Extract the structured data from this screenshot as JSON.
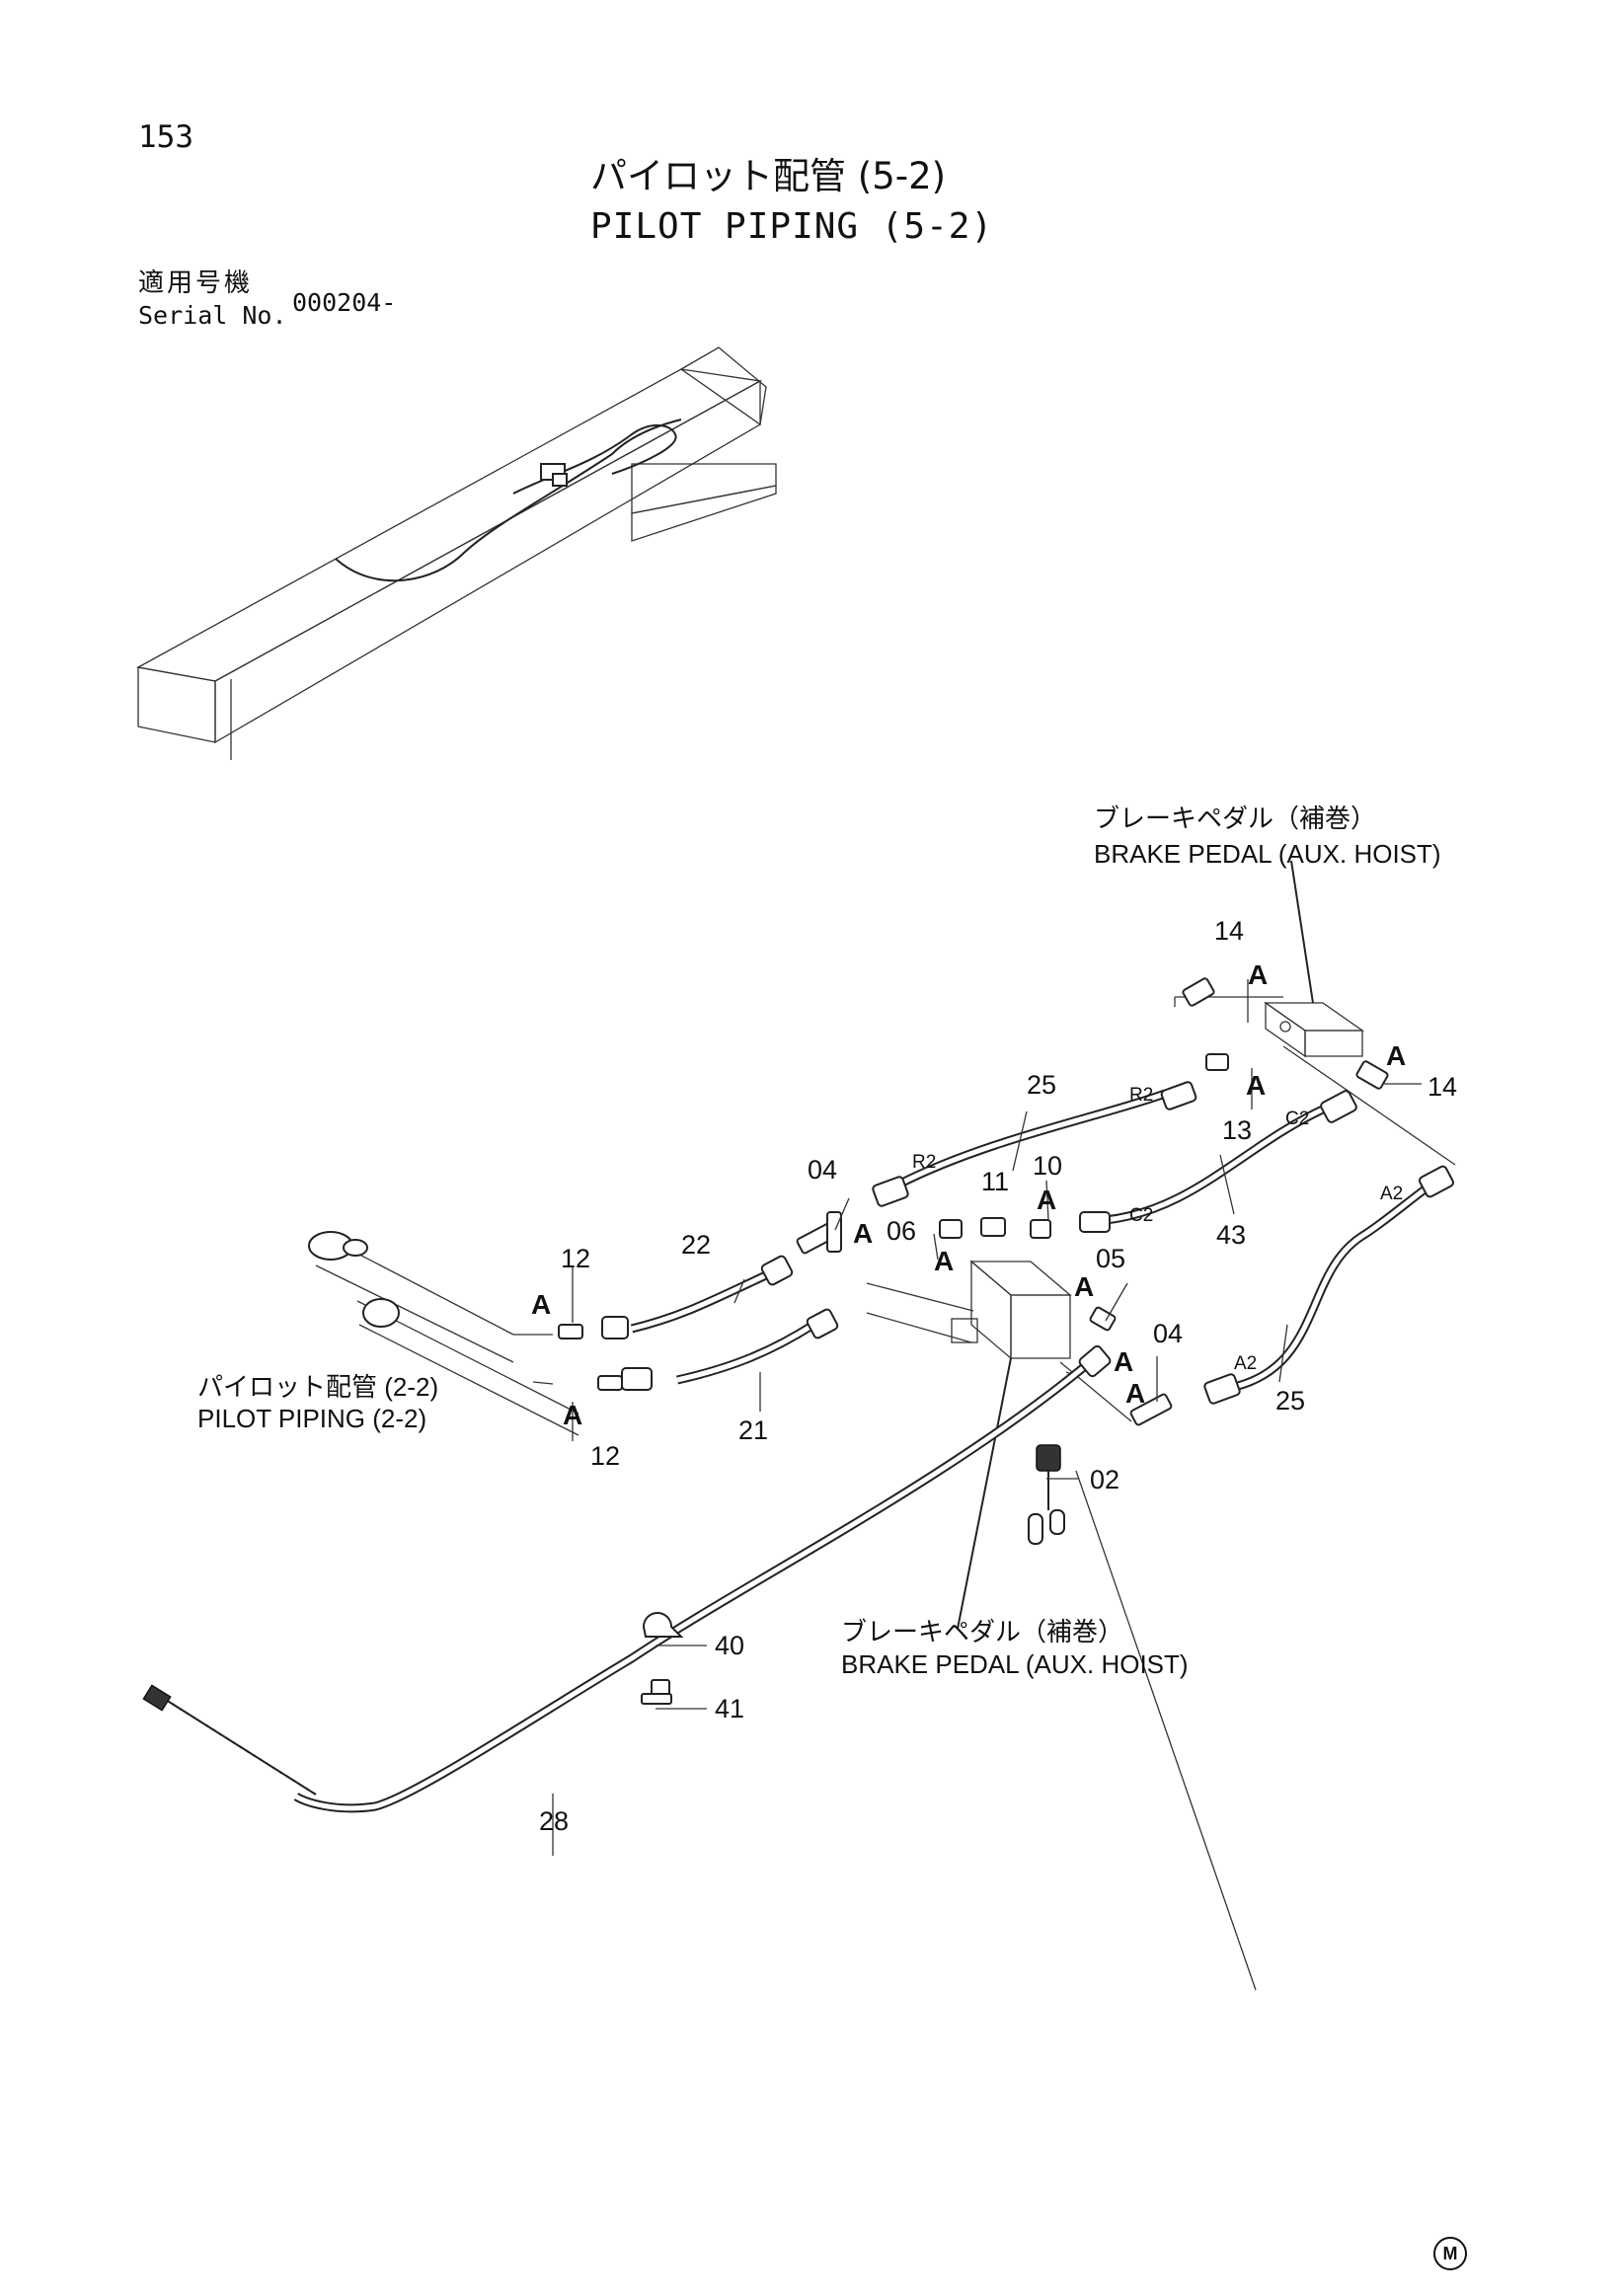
{
  "header": {
    "page_number": "153",
    "title_jp": "パイロット配管 (5-2)",
    "title_en": "PILOT PIPING (5-2)"
  },
  "serial": {
    "label_jp": "適用号機",
    "label_en": "Serial No.",
    "value": "000204-"
  },
  "references": {
    "brake_pedal_top_jp": "ブレーキペダル（補巻）",
    "brake_pedal_top_en": "BRAKE PEDAL (AUX. HOIST)",
    "brake_pedal_bottom_jp": "ブレーキペダル（補巻）",
    "brake_pedal_bottom_en": "BRAKE PEDAL (AUX. HOIST)",
    "pilot_piping_jp": "パイロット配管 (2-2)",
    "pilot_piping_en": "PILOT PIPING (2-2)"
  },
  "parts": {
    "p02": "02",
    "p04a": "04",
    "p04b": "04",
    "p05": "05",
    "p06": "06",
    "p10": "10",
    "p11": "11",
    "p12a": "12",
    "p12b": "12",
    "p13": "13",
    "p14a": "14",
    "p14b": "14",
    "p21": "21",
    "p22": "22",
    "p25a": "25",
    "p25b": "25",
    "p28": "28",
    "p40": "40",
    "p41": "41",
    "p43": "43"
  },
  "ports": {
    "r2a": "R2",
    "r2b": "R2",
    "c2a": "C2",
    "c2b": "C2",
    "a2a": "A2",
    "a2b": "A2"
  },
  "detail_marker": "A",
  "manufacturer_mark": "M"
}
